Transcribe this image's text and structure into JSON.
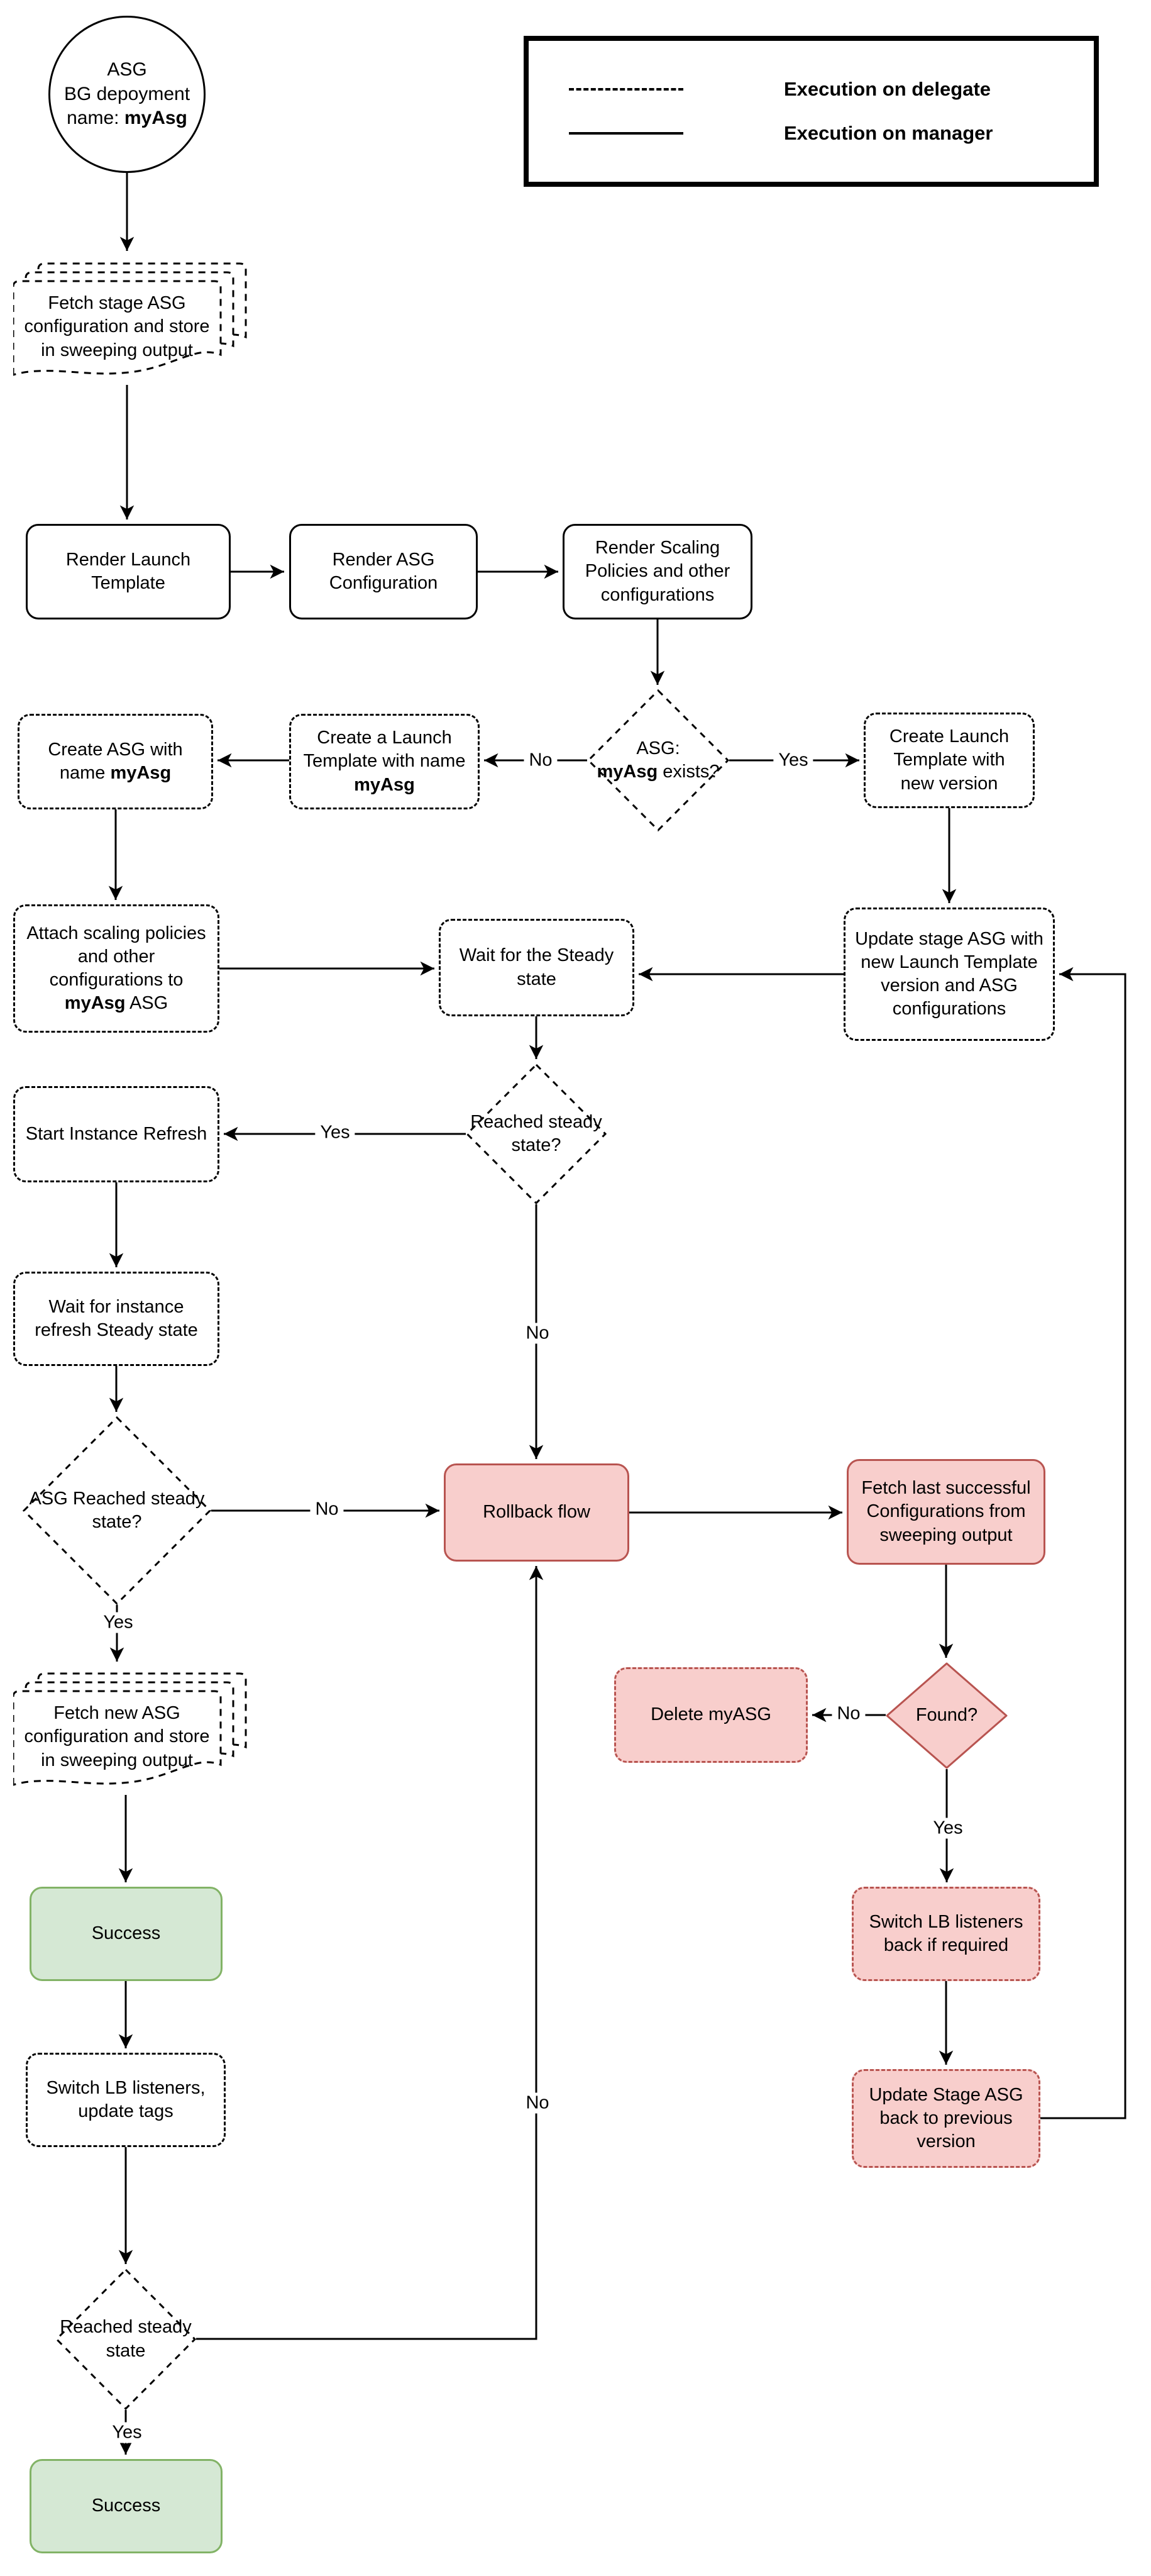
{
  "legend": {
    "items": [
      {
        "style": "dashed",
        "label": "Execution on delegate"
      },
      {
        "style": "solid",
        "label": "Execution on manager"
      }
    ]
  },
  "labels": {
    "yes": "Yes",
    "no": "No"
  },
  "nodes": {
    "start": {
      "line1": "ASG",
      "line2": "BG depoyment",
      "line3_prefix": "name: ",
      "line3_bold": "myAsg"
    },
    "fetch_stage": {
      "text": "Fetch stage ASG configuration and store in sweeping output"
    },
    "render_launch": {
      "text": "Render Launch Template"
    },
    "render_asg": {
      "text": "Render ASG Configuration"
    },
    "render_scaling": {
      "text": "Render Scaling Policies and other configurations"
    },
    "asg_exists": {
      "line1": "ASG:",
      "bold": "myAsg",
      "suffix": " exists?"
    },
    "create_launch_template": {
      "prefix": "Create a Launch Template with name ",
      "bold": "myAsg"
    },
    "create_asg": {
      "prefix": "Create ASG with name ",
      "bold": "myAsg"
    },
    "create_lt_new_version": {
      "text": "Create Launch Template with new version"
    },
    "attach_scaling": {
      "prefix": "Attach scaling policies and other configurations to ",
      "bold": "myAsg",
      "suffix": " ASG"
    },
    "wait_steady": {
      "text": "Wait for the Steady state"
    },
    "update_stage_asg": {
      "text": "Update stage ASG with new Launch Template version and ASG configurations"
    },
    "reached_steady_1": {
      "text": "Reached steady state?"
    },
    "start_instance_refresh": {
      "text": "Start Instance Refresh"
    },
    "wait_instance_refresh": {
      "text": "Wait for instance refresh Steady state"
    },
    "asg_reached_steady": {
      "text": "ASG Reached steady state?"
    },
    "rollback_flow": {
      "text": "Rollback flow"
    },
    "fetch_last_successful": {
      "text": "Fetch last successful Configurations from sweeping output"
    },
    "found": {
      "text": "Found?"
    },
    "delete_myasg": {
      "text": "Delete myASG"
    },
    "switch_lb_back": {
      "text": "Switch LB listeners back if required"
    },
    "update_stage_back": {
      "text": "Update Stage ASG back to previous version"
    },
    "fetch_new_asg": {
      "text": "Fetch new ASG configuration and store in sweeping output"
    },
    "success_1": {
      "text": "Success"
    },
    "switch_lb_update": {
      "text": "Switch LB listeners, update tags"
    },
    "reached_steady_2": {
      "text": "Reached steady state"
    },
    "success_2": {
      "text": "Success"
    }
  },
  "colors": {
    "danger_fill": "#f8cecc",
    "danger_border": "#b85450",
    "success_fill": "#d5e8d4",
    "success_border": "#82b366",
    "line": "#000000"
  }
}
